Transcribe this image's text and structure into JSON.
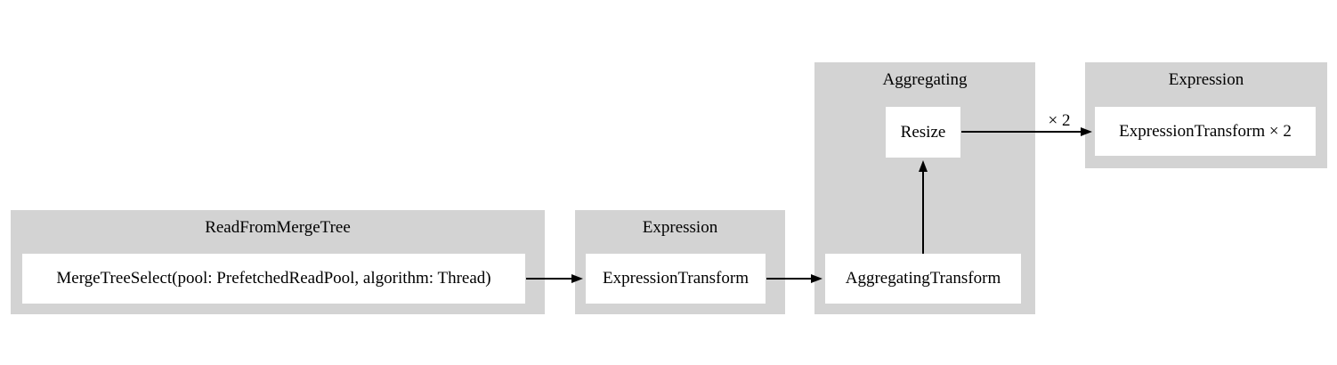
{
  "diagram": {
    "colors": {
      "background": "#ffffff",
      "cluster_fill": "#d3d3d3",
      "node_fill": "#ffffff",
      "text": "#000000",
      "arrow": "#000000"
    },
    "clusters": {
      "read_from_merge_tree": {
        "title": "ReadFromMergeTree"
      },
      "expression_1": {
        "title": "Expression"
      },
      "aggregating": {
        "title": "Aggregating"
      },
      "expression_2": {
        "title": "Expression"
      }
    },
    "nodes": {
      "merge_tree_select": {
        "label": "MergeTreeSelect(pool: PrefetchedReadPool, algorithm: Thread)"
      },
      "expression_transform": {
        "label": "ExpressionTransform"
      },
      "aggregating_transform": {
        "label": "AggregatingTransform"
      },
      "resize": {
        "label": "Resize"
      },
      "expression_transform_x2": {
        "label": "ExpressionTransform × 2"
      }
    },
    "edges": {
      "merge_tree_select_to_expression_transform": {
        "label": ""
      },
      "expression_transform_to_aggregating_transform": {
        "label": ""
      },
      "aggregating_transform_to_resize": {
        "label": ""
      },
      "resize_to_expression_transform_x2": {
        "label": "× 2"
      }
    }
  }
}
